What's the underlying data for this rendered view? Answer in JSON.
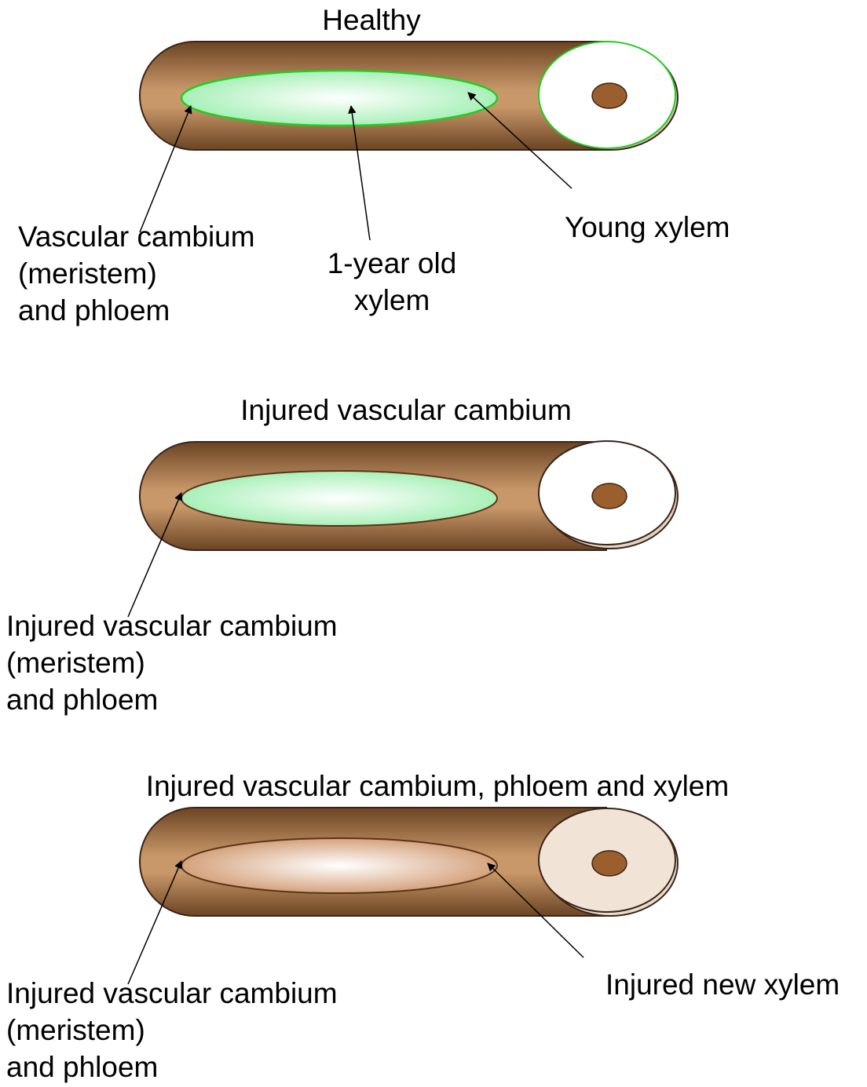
{
  "panels": [
    {
      "title": "Healthy",
      "labels": {
        "left": [
          "Vascular cambium",
          "(meristem)",
          "and phloem"
        ],
        "middle": [
          "1-year old",
          "xylem"
        ],
        "right": "Young xylem"
      },
      "colors": {
        "wound_outline": "#22cc22",
        "wound_fill": "#a8f0b8",
        "end_outline": "#22cc22",
        "end_fill": "#ffffff"
      }
    },
    {
      "title": "Injured vascular cambium",
      "labels": {
        "left": [
          "Injured vascular cambium",
          "(meristem)",
          "and phloem"
        ]
      },
      "colors": {
        "wound_outline": "#5a3418",
        "wound_fill": "#a8f0b8",
        "end_outline": "#3a2418",
        "end_fill": "#ffffff"
      }
    },
    {
      "title": "Injured vascular cambium, phloem and xylem",
      "labels": {
        "left": [
          "Injured vascular cambium",
          "(meristem)",
          "and phloem"
        ],
        "right": "Injured new xylem"
      },
      "colors": {
        "wound_outline": "#5a3418",
        "wound_fill": "#d4a27c",
        "end_outline": "#3a2418",
        "end_fill": "#f1e4d6"
      }
    }
  ],
  "colors": {
    "bark": "#c9986a",
    "bark_dark": "#6b4423",
    "pith": "#9a5f2c"
  }
}
